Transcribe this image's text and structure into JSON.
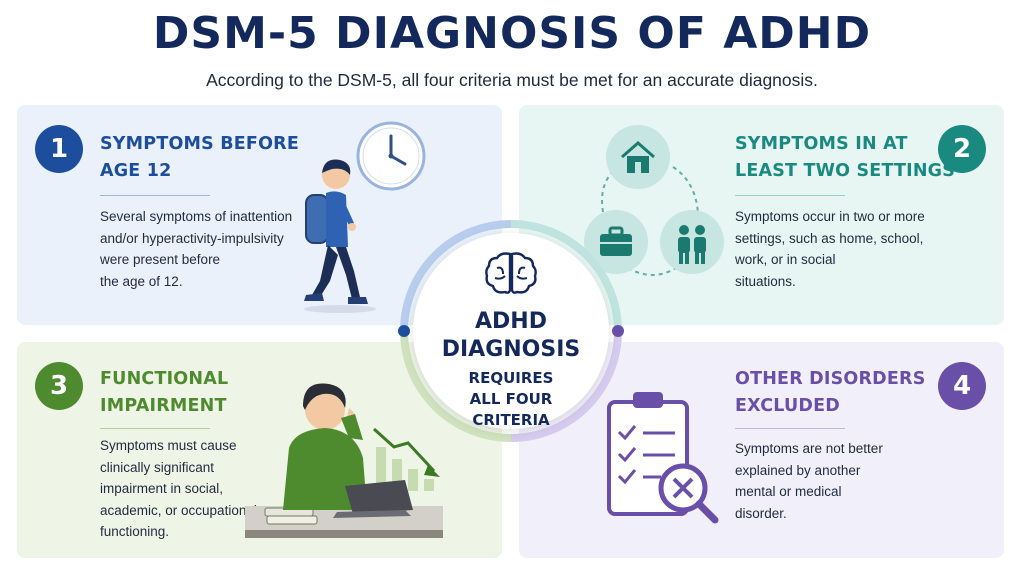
{
  "header": {
    "title": "DSM-5 DIAGNOSIS OF ADHD",
    "subtitle": "According to the DSM-5, all four criteria must be met for an accurate diagnosis."
  },
  "center": {
    "title_line1": "ADHD",
    "title_line2": "DIAGNOSIS",
    "sub_line1": "REQUIRES",
    "sub_line2": "ALL FOUR",
    "sub_line3": "CRITERIA"
  },
  "criteria": [
    {
      "number": "1",
      "heading_line1": "SYMPTOMS BEFORE",
      "heading_line2": "AGE 12",
      "body_lines": [
        "Several symptoms of inattention",
        "and/or hyperactivity-impulsivity",
        "were present before",
        "the age of 12."
      ],
      "color": "#1d4e9e",
      "icons": [
        "clock-icon",
        "walking-child-with-backpack"
      ]
    },
    {
      "number": "2",
      "heading_line1": "SYMPTOMS IN AT",
      "heading_line2": "LEAST TWO SETTINGS",
      "body_lines": [
        "Symptoms occur in two or more",
        "settings, such as home, school,",
        "work, or in social",
        "situations."
      ],
      "color": "#1a8a80",
      "icons": [
        "home-icon",
        "briefcase-icon",
        "people-icon"
      ]
    },
    {
      "number": "3",
      "heading_line1": "FUNCTIONAL",
      "heading_line2": "IMPAIRMENT",
      "body_lines": [
        "Symptoms must cause",
        "clinically significant",
        "impairment in social,",
        "academic, or occupational",
        "functioning."
      ],
      "color": "#4e8a2e",
      "icons": [
        "stressed-person-at-laptop",
        "declining-chart-icon"
      ]
    },
    {
      "number": "4",
      "heading_line1": "OTHER DISORDERS",
      "heading_line2": "EXCLUDED",
      "body_lines": [
        "Symptoms are not better",
        "explained by another",
        "mental or medical",
        "disorder."
      ],
      "color": "#6a4fa8",
      "icons": [
        "checklist-clipboard-icon",
        "magnifier-x-icon"
      ]
    }
  ],
  "colors": {
    "title": "#14295b",
    "blue": "#1d4e9e",
    "teal": "#1a8a80",
    "green": "#4e8a2e",
    "purple": "#6a4fa8"
  }
}
